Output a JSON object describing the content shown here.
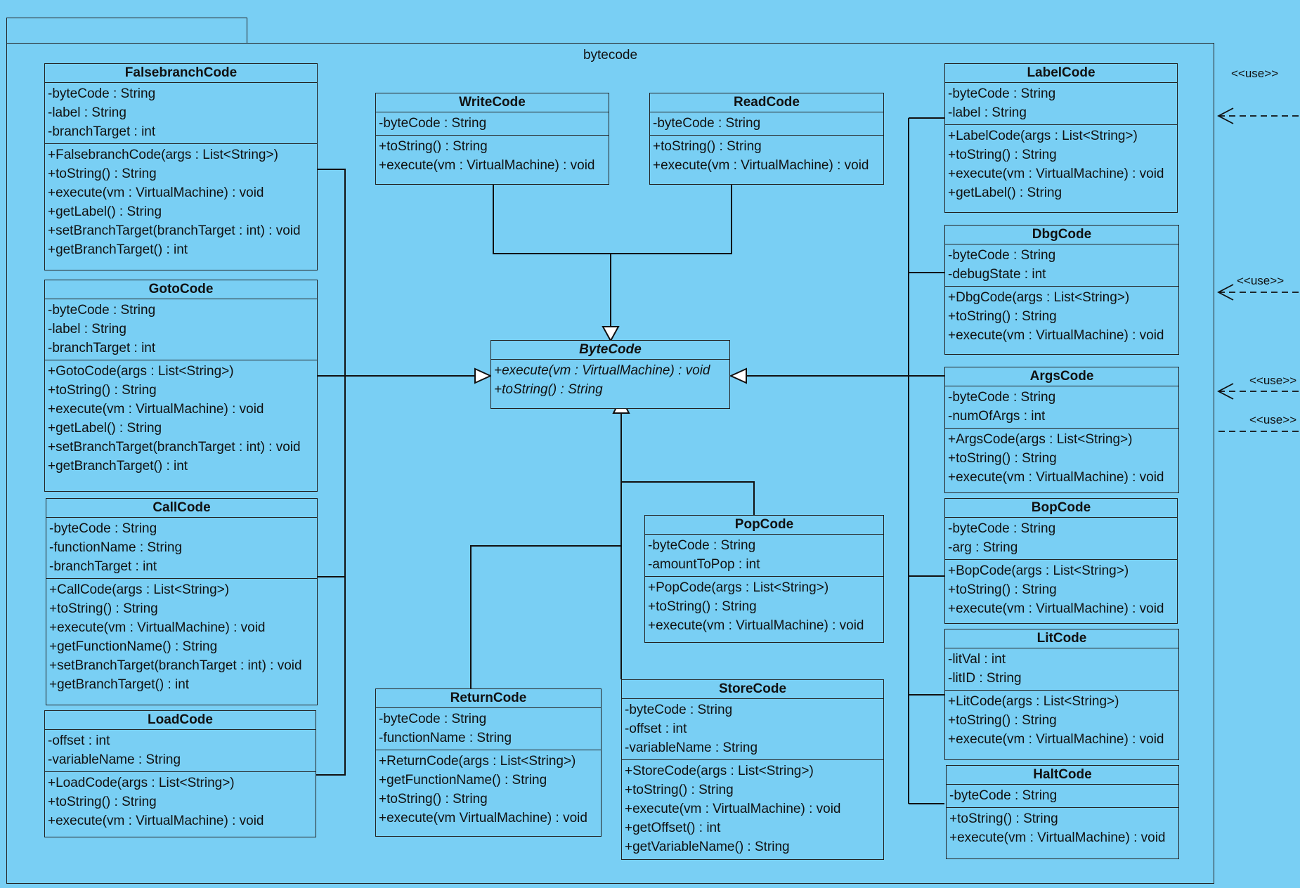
{
  "package": {
    "name": "bytecode"
  },
  "stereotype": "<<use>>",
  "classes": {
    "falsebranch": {
      "name": "FalsebranchCode",
      "attrs": [
        "-byteCode : String",
        "-label : String",
        "-branchTarget : int"
      ],
      "ops": [
        "+FalsebranchCode(args : List<String>)",
        "+toString() : String",
        "+execute(vm : VirtualMachine) : void",
        "+getLabel() : String",
        "+setBranchTarget(branchTarget : int) : void",
        "+getBranchTarget() : int"
      ]
    },
    "goto": {
      "name": "GotoCode",
      "attrs": [
        "-byteCode : String",
        "-label : String",
        "-branchTarget : int"
      ],
      "ops": [
        "+GotoCode(args : List<String>)",
        "+toString() : String",
        "+execute(vm : VirtualMachine) : void",
        "+getLabel() : String",
        "+setBranchTarget(branchTarget : int) : void",
        "+getBranchTarget() : int"
      ]
    },
    "call": {
      "name": "CallCode",
      "attrs": [
        "-byteCode : String",
        "-functionName : String",
        "-branchTarget : int"
      ],
      "ops": [
        "+CallCode(args : List<String>)",
        "+toString() : String",
        "+execute(vm : VirtualMachine) : void",
        "+getFunctionName() : String",
        "+setBranchTarget(branchTarget : int) : void",
        "+getBranchTarget() : int"
      ]
    },
    "load": {
      "name": "LoadCode",
      "attrs": [
        "-offset : int",
        "-variableName : String"
      ],
      "ops": [
        "+LoadCode(args : List<String>)",
        "+toString() : String",
        "+execute(vm : VirtualMachine) : void"
      ]
    },
    "write": {
      "name": "WriteCode",
      "attrs": [
        "-byteCode : String"
      ],
      "ops": [
        "+toString() : String",
        "+execute(vm : VirtualMachine) : void"
      ]
    },
    "read": {
      "name": "ReadCode",
      "attrs": [
        "-byteCode : String"
      ],
      "ops": [
        "+toString() : String",
        "+execute(vm : VirtualMachine) : void"
      ]
    },
    "bytecode": {
      "name": "ByteCode",
      "ops": [
        "+execute(vm : VirtualMachine) : void",
        "+toString() : String"
      ]
    },
    "pop": {
      "name": "PopCode",
      "attrs": [
        "-byteCode : String",
        "-amountToPop : int"
      ],
      "ops": [
        "+PopCode(args : List<String>)",
        "+toString() : String",
        "+execute(vm : VirtualMachine) : void"
      ]
    },
    "ret": {
      "name": "ReturnCode",
      "attrs": [
        "-byteCode : String",
        "-functionName : String"
      ],
      "ops": [
        "+ReturnCode(args : List<String>)",
        "+getFunctionName() : String",
        "+toString() : String",
        "+execute(vm VirtualMachine) : void"
      ]
    },
    "store": {
      "name": "StoreCode",
      "attrs": [
        "-byteCode : String",
        "-offset : int",
        "-variableName : String"
      ],
      "ops": [
        "+StoreCode(args : List<String>)",
        "+toString() : String",
        "+execute(vm : VirtualMachine) : void",
        "+getOffset() : int",
        "+getVariableName() : String"
      ]
    },
    "label": {
      "name": "LabelCode",
      "attrs": [
        "-byteCode : String",
        "-label : String"
      ],
      "ops": [
        "+LabelCode(args : List<String>)",
        "+toString() : String",
        "+execute(vm : VirtualMachine) : void",
        "+getLabel() : String"
      ]
    },
    "dbg": {
      "name": "DbgCode",
      "attrs": [
        "-byteCode : String",
        "-debugState : int"
      ],
      "ops": [
        "+DbgCode(args : List<String>)",
        "+toString() : String",
        "+execute(vm : VirtualMachine) : void"
      ]
    },
    "args": {
      "name": "ArgsCode",
      "attrs": [
        "-byteCode : String",
        "-numOfArgs : int"
      ],
      "ops": [
        "+ArgsCode(args : List<String>)",
        "+toString() : String",
        "+execute(vm : VirtualMachine) : void"
      ]
    },
    "bop": {
      "name": "BopCode",
      "attrs": [
        "-byteCode : String",
        "-arg : String"
      ],
      "ops": [
        "+BopCode(args : List<String>)",
        "+toString() : String",
        "+execute(vm : VirtualMachine) : void"
      ]
    },
    "lit": {
      "name": "LitCode",
      "attrs": [
        "-litVal : int",
        "-litID : String"
      ],
      "ops": [
        "+LitCode(args : List<String>)",
        "+toString() : String",
        "+execute(vm : VirtualMachine) : void"
      ]
    },
    "halt": {
      "name": "HaltCode",
      "attrs": [
        "-byteCode : String"
      ],
      "ops": [
        "+toString() : String",
        "+execute(vm : VirtualMachine) : void"
      ]
    }
  }
}
